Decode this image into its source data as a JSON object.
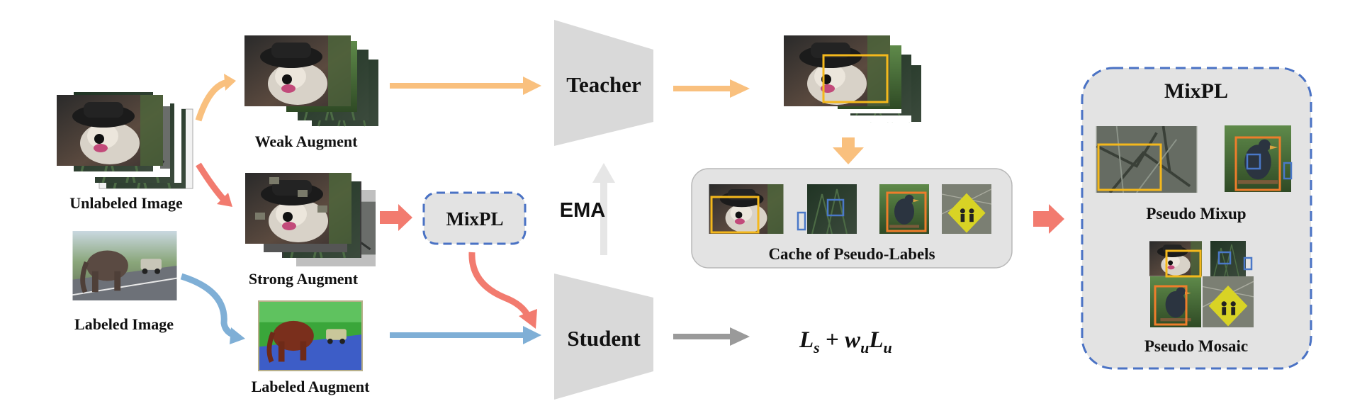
{
  "labels": {
    "unlabeled_image": "Unlabeled Image",
    "labeled_image": "Labeled Image",
    "weak_augment": "Weak Augment",
    "strong_augment": "Strong Augment",
    "labeled_augment": "Labeled Augment",
    "teacher": "Teacher",
    "student": "Student",
    "mixpl_module": "MixPL",
    "ema": "EMA",
    "cache": "Cache of Pseudo-Labels",
    "panel_title": "MixPL",
    "pseudo_mixup": "Pseudo Mixup",
    "pseudo_mosaic": "Pseudo Mosaic"
  },
  "loss": {
    "L": "L",
    "s": "s",
    "plus": " + ",
    "w": "w",
    "u1": "u",
    "L2": "L",
    "u2": "u"
  },
  "colors": {
    "weak_arrow": "#f9c07e",
    "strong_arrow": "#f27b6f",
    "labeled_arrow": "#7fafd6",
    "ema_arrow": "#e6e6e6",
    "loss_arrow": "#9a9a9a",
    "network": "#d9d9d9",
    "box_yellow": "#f4b81c",
    "box_blue": "#4a78c8",
    "box_orange": "#ee7d2b",
    "dashed_border": "#4a72c4",
    "panel_fill": "#e3e3e3",
    "cache_fill": "#e3e3e3"
  },
  "icons": [
    "dog-photo-stack",
    "elephant-photo",
    "bird-photo",
    "sign-photo"
  ]
}
